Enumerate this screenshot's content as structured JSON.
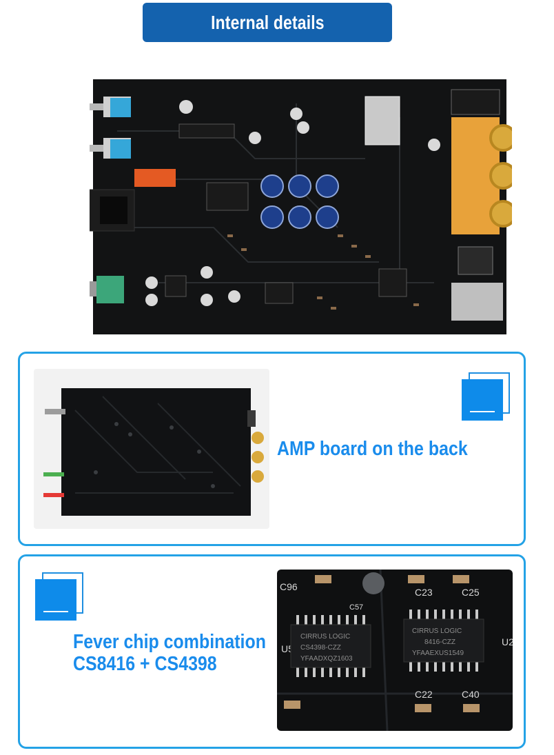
{
  "header": {
    "title": "Internal details"
  },
  "section_amp": {
    "caption": "AMP board on the back"
  },
  "section_chip": {
    "caption_line1": "Fever chip combination",
    "caption_line2": "CS8416 + CS4398"
  },
  "chip_photo": {
    "chip_left": {
      "brand": "CIRRUS LOGIC",
      "part": "CS4398-CZZ",
      "code": "YFAADXQZ1603"
    },
    "chip_right": {
      "brand": "CIRRUS LOGIC",
      "part": "8416-CZZ",
      "code": "YFAAEXUS1549"
    },
    "silkscreen": [
      "C96",
      "C57",
      "C23",
      "C25",
      "U5",
      "U2",
      "C22",
      "C40"
    ]
  },
  "colors": {
    "banner": "#1462ae",
    "accent": "#1a8cec",
    "panel_border": "#24a2e6",
    "pcb": "#121314"
  }
}
